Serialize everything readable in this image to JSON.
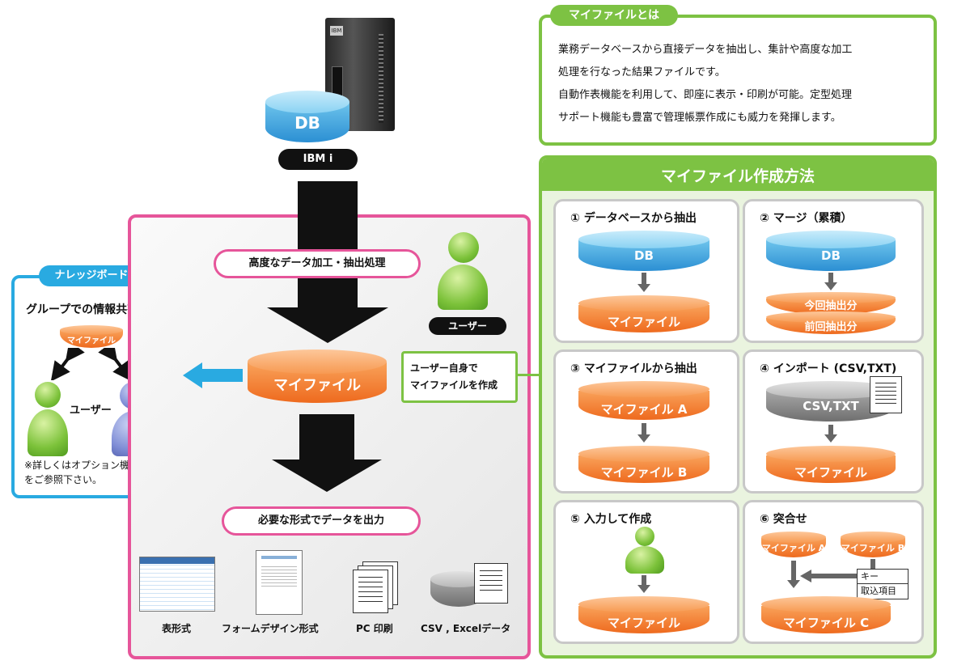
{
  "top": {
    "db_label": "DB",
    "ibmi_label": "IBM i",
    "server_brand": "IBM"
  },
  "knowledge": {
    "badge": "ナレッジボード",
    "title": "グループでの情報共有",
    "myfile_label": "マイファイル",
    "users_label": "ユーザー",
    "note_line1": "※詳しくはオプション機能",
    "note_line2": "をご参照下さい。"
  },
  "center": {
    "process_label": "高度なデータ加工・抽出処理",
    "user_label": "ユーザー",
    "myfile_label": "マイファイル",
    "output_label": "必要な形式でデータを出力",
    "callout_line1": "ユーザー自身で",
    "callout_line2": "マイファイルを作成",
    "outputs": [
      "表形式",
      "フォームデザイン形式",
      "PC 印刷",
      "CSV , Excelデータ"
    ]
  },
  "about": {
    "badge": "マイファイルとは",
    "lines": [
      "業務データベースから直接データを抽出し、集計や高度な加工",
      "処理を行なった結果ファイルです。",
      "自動作表機能を利用して、即座に表示・印刷が可能。定型処理",
      "サポート機能も豊富で管理帳票作成にも威力を発揮します。"
    ]
  },
  "methods": {
    "title": "マイファイル作成方法",
    "m1": {
      "title": "① データベースから抽出",
      "top": "DB",
      "bottom": "マイファイル"
    },
    "m2": {
      "title": "② マージ（累積）",
      "top": "DB",
      "mid1": "今回抽出分",
      "mid2": "前回抽出分"
    },
    "m3": {
      "title": "③ マイファイルから抽出",
      "top": "マイファイル A",
      "bottom": "マイファイル B"
    },
    "m4": {
      "title": "④ インポート (CSV,TXT)",
      "top": "CSV,TXT",
      "bottom": "マイファイル"
    },
    "m5": {
      "title": "⑤ 入力して作成",
      "bottom": "マイファイル"
    },
    "m6": {
      "title": "⑥ 突合せ",
      "a": "マイファイル A",
      "b": "マイファイル B",
      "key": "キー",
      "items": "取込項目",
      "bottom": "マイファイル C"
    }
  },
  "colors": {
    "green": "#7dc243",
    "pink": "#e6559a",
    "sky": "#29aae1",
    "orange": "#f07a2a"
  }
}
